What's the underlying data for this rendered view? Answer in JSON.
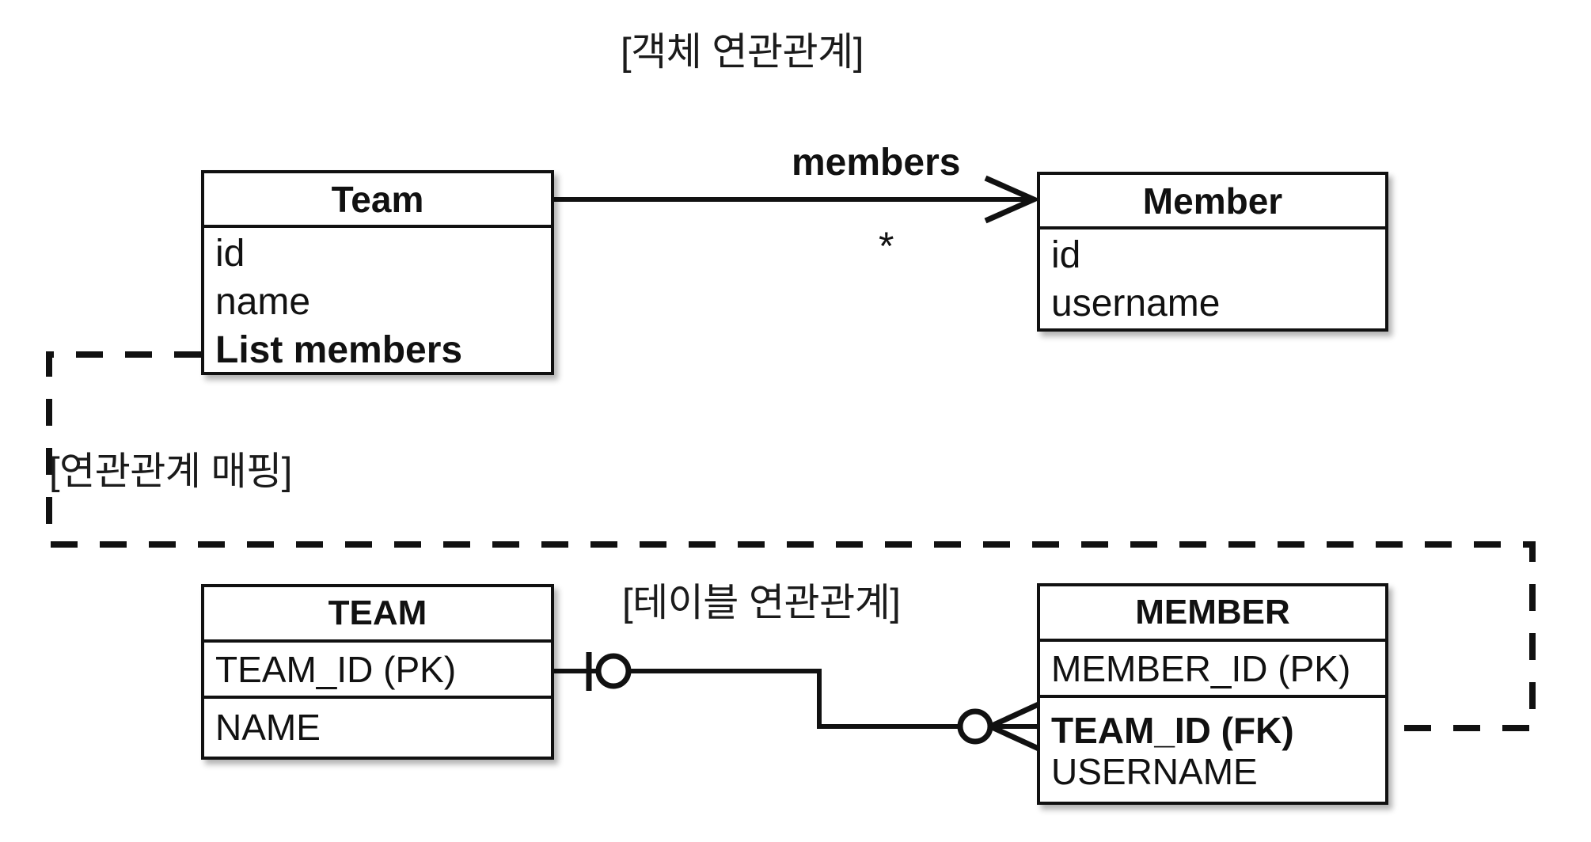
{
  "diagram": {
    "title_object": "[객체 연관관계]",
    "title_mapping": "[연관관계 매핑]",
    "title_table": "[테이블 연관관계]",
    "stroke_color": "#111111",
    "background_color": "#ffffff"
  },
  "object_model": {
    "team": {
      "name": "Team",
      "fields": [
        {
          "text": "id",
          "bold": false
        },
        {
          "text": "name",
          "bold": false
        },
        {
          "text": "List members",
          "bold": true
        }
      ]
    },
    "member": {
      "name": "Member",
      "fields": [
        {
          "text": "id",
          "bold": false
        },
        {
          "text": "username",
          "bold": false
        }
      ]
    },
    "association": {
      "label": "members",
      "multiplicity": "*",
      "direction": "Team -> Member",
      "arrow": "open"
    }
  },
  "table_model": {
    "team_table": {
      "name": "TEAM",
      "columns": [
        {
          "text": "TEAM_ID (PK)",
          "bold": false
        },
        {
          "text": "NAME",
          "bold": false
        }
      ]
    },
    "member_table": {
      "name": "MEMBER",
      "columns_group_1": [
        {
          "text": "MEMBER_ID (PK)",
          "bold": false
        }
      ],
      "columns_group_2": [
        {
          "text": "TEAM_ID (FK)",
          "bold": true
        },
        {
          "text": "USERNAME",
          "bold": false
        }
      ]
    },
    "relationship": {
      "left_cardinality": "one-and-only-one-optional",
      "right_cardinality": "zero-or-many-crowsfoot"
    }
  },
  "mapping_link": {
    "style": "dashed",
    "from": "Team.List members",
    "to": "MEMBER.TEAM_ID (FK)",
    "arrow": "left"
  }
}
